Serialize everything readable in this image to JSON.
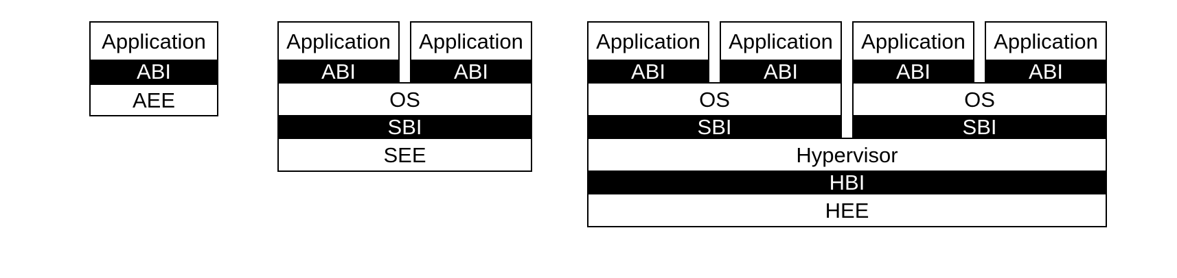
{
  "diagram": {
    "stack1": {
      "application": "Application",
      "abi": "ABI",
      "aee": "AEE"
    },
    "stack2": {
      "application_1": "Application",
      "application_2": "Application",
      "abi_1": "ABI",
      "abi_2": "ABI",
      "os": "OS",
      "sbi": "SBI",
      "see": "SEE"
    },
    "stack3": {
      "application_1": "Application",
      "application_2": "Application",
      "application_3": "Application",
      "application_4": "Application",
      "abi_1": "ABI",
      "abi_2": "ABI",
      "abi_3": "ABI",
      "abi_4": "ABI",
      "os_1": "OS",
      "os_2": "OS",
      "sbi_1": "SBI",
      "sbi_2": "SBI",
      "hypervisor": "Hypervisor",
      "hbi": "HBI",
      "hee": "HEE"
    }
  }
}
